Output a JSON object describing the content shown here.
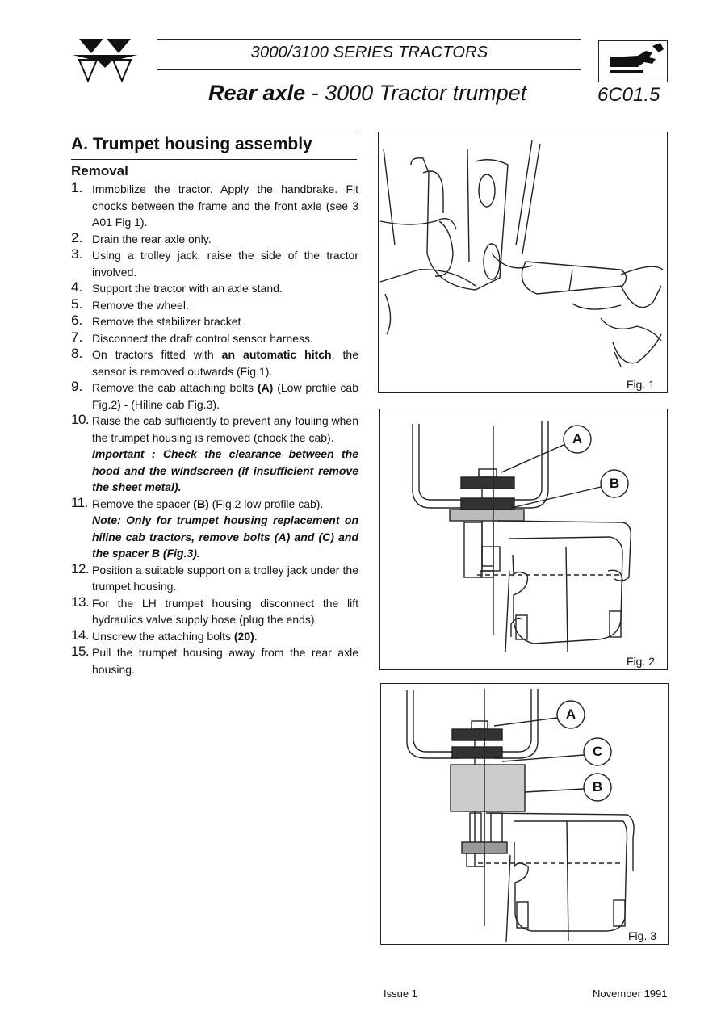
{
  "header": {
    "series": "3000/3100 SERIES TRACTORS",
    "title_bold": "Rear axle",
    "title_rest": " - 3000 Tractor trumpet",
    "code": "6C01.5"
  },
  "section": {
    "title": "A. Trumpet housing assembly",
    "subtitle": "Removal"
  },
  "steps": [
    {
      "num": "1.",
      "text": "Immobilize the tractor. Apply the handbrake. Fit chocks between the frame and the front axle (see 3 A01 Fig 1)."
    },
    {
      "num": "2.",
      "text": "Drain the rear axle only."
    },
    {
      "num": "3.",
      "text": "Using a trolley jack, raise the side of the tractor involved."
    },
    {
      "num": "4.",
      "text": "Support the tractor with an axle stand."
    },
    {
      "num": "5.",
      "text": "Remove the wheel."
    },
    {
      "num": "6.",
      "text": "Remove the stabilizer bracket"
    },
    {
      "num": "7.",
      "text": "Disconnect the draft control sensor harness."
    },
    {
      "num": "8.",
      "pre": "On tractors fitted with ",
      "bold": "an automatic hitch",
      "post": ", the sensor is removed outwards (Fig.1)."
    },
    {
      "num": "9.",
      "pre": "Remove the cab attaching bolts ",
      "bold": "(A)",
      "post": " (Low profile cab Fig.2) - (Hiline cab Fig.3)."
    },
    {
      "num": "10.",
      "text": "Raise the cab sufficiently to prevent any fouling when the trumpet housing is removed (chock the cab).",
      "note": "Important : Check the clearance between the hood and the windscreen (if insufficient remove the sheet metal)."
    },
    {
      "num": "11.",
      "pre": "Remove the spacer ",
      "bold": "(B)",
      "post": " (Fig.2 low profile cab).",
      "note": "Note: Only for trumpet housing replacement on hiline cab tractors, remove bolts (A) and (C) and the spacer B (Fig.3)."
    },
    {
      "num": "12.",
      "text": "Position a suitable support on a trolley jack under the trumpet housing."
    },
    {
      "num": "13.",
      "text": "For the LH trumpet housing disconnect the lift hydraulics valve supply hose (plug the ends)."
    },
    {
      "num": "14.",
      "pre": "Unscrew the attaching bolts ",
      "bold": "(20)",
      "post": "."
    },
    {
      "num": "15.",
      "text": "Pull the trumpet housing away from the rear axle housing."
    }
  ],
  "figures": {
    "fig1": {
      "label": "Fig. 1"
    },
    "fig2": {
      "label": "Fig. 2",
      "callout_a": "A",
      "callout_b": "B"
    },
    "fig3": {
      "label": "Fig. 3",
      "callout_a": "A",
      "callout_c": "C",
      "callout_b": "B"
    }
  },
  "footer": {
    "issue": "Issue 1",
    "date": "November 1991"
  },
  "icons": {
    "logo": "triple-triangle-logo-icon",
    "manual": "wrench-hand-icon"
  }
}
